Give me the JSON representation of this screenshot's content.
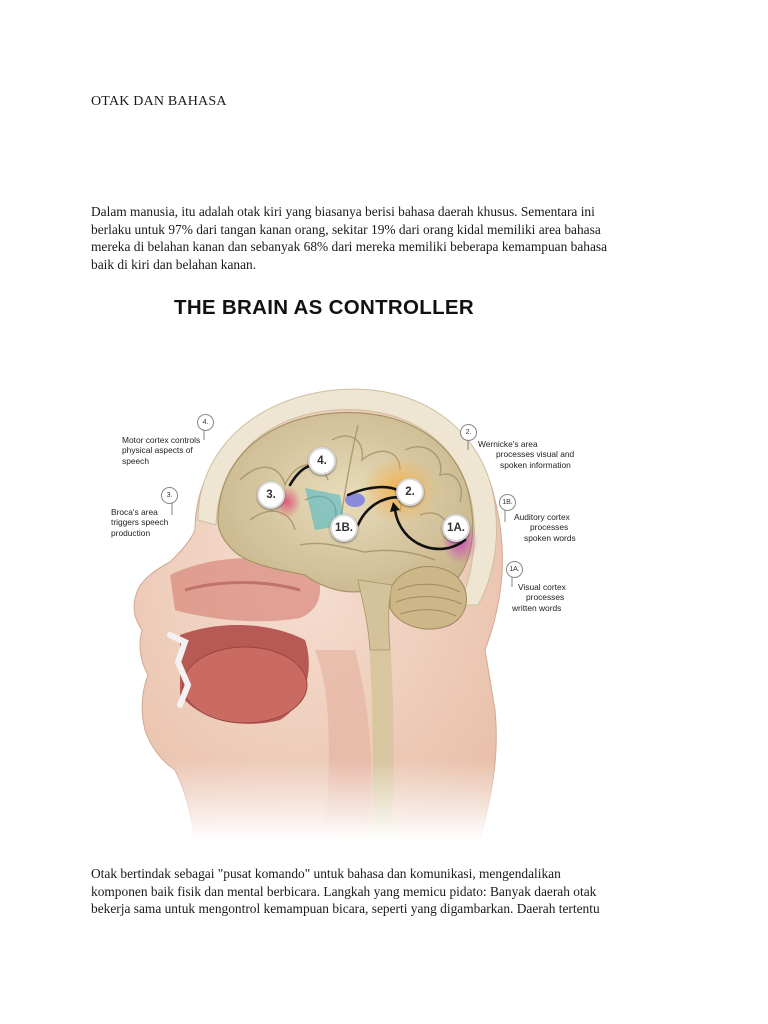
{
  "document": {
    "title": "OTAK DAN BAHASA",
    "paragraph1": [
      "Dalam manusia, itu adalah otak kiri yang biasanya berisi bahasa daerah khusus. Sementara ini",
      "berlaku untuk 97% dari tangan kanan orang, sekitar 19% dari orang kidal memiliki area bahasa",
      "mereka di belahan kanan dan sebanyak 68% dari mereka memiliki beberapa kemampuan bahasa",
      "baik di kiri dan belahan kanan."
    ],
    "paragraph2": [
      "Otak bertindak sebagai \"pusat komando\" untuk bahasa dan komunikasi, mengendalikan",
      "komponen baik fisik dan mental berbicara. Langkah yang memicu pidato: Banyak daerah otak",
      "bekerja sama untuk mengontrol kemampuan bicara, seperti yang digambarkan. Daerah tertentu"
    ]
  },
  "figure": {
    "title": "THE BRAIN AS CONTROLLER",
    "callouts": {
      "c4": {
        "number": "4.",
        "lines": [
          "Motor cortex controls",
          "physical aspects of",
          "speech"
        ]
      },
      "c3": {
        "number": "3.",
        "lines": [
          "Broca's area",
          "triggers speech",
          "production"
        ]
      },
      "c2": {
        "number": "2.",
        "lines": [
          "Wernicke's area",
          "processes visual and",
          "spoken information"
        ]
      },
      "c1b": {
        "number": "1B.",
        "lines": [
          "Auditory cortex",
          "processes",
          "spoken words"
        ]
      },
      "c1a": {
        "number": "1A.",
        "lines": [
          "Visual cortex",
          "processes",
          "written words"
        ]
      }
    },
    "markers": {
      "m4": "4.",
      "m3": "3.",
      "m2": "2.",
      "m1b": "1B.",
      "m1a": "1A."
    },
    "colors": {
      "brain": "#d9c9a3",
      "skin": "#f1d2c2",
      "broca": "#e0577a",
      "wernicke": "#f4b04c",
      "visual": "#c94fb8",
      "motor": "#3fb7c9",
      "auditory": "#7a7de0"
    }
  }
}
